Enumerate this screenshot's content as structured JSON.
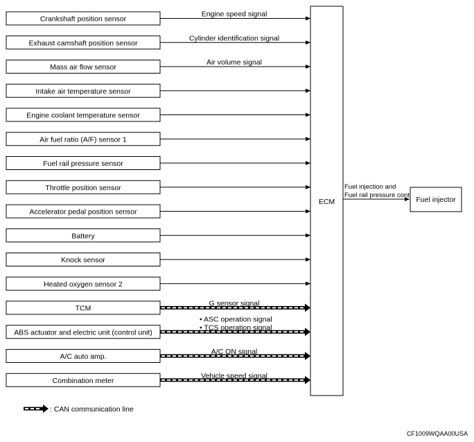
{
  "inputs": [
    {
      "label": "Crankshaft position sensor",
      "signal": [
        "Engine speed signal"
      ],
      "can": false
    },
    {
      "label": "Exhaust camshaft position sensor",
      "signal": [
        "Cylinder identification signal"
      ],
      "can": false
    },
    {
      "label": "Mass air flow sensor",
      "signal": [
        "Air volume signal"
      ],
      "can": false
    },
    {
      "label": "Intake air temperature sensor",
      "signal": [],
      "can": false
    },
    {
      "label": "Engine coolant temperature sensor",
      "signal": [],
      "can": false
    },
    {
      "label": "Air fuel ratio (A/F) sensor 1",
      "signal": [],
      "can": false
    },
    {
      "label": "Fuel rail pressure sensor",
      "signal": [],
      "can": false
    },
    {
      "label": "Throttle position sensor",
      "signal": [],
      "can": false
    },
    {
      "label": "Accelerator pedal position sensor",
      "signal": [],
      "can": false
    },
    {
      "label": "Battery",
      "signal": [],
      "can": false
    },
    {
      "label": "Knock sensor",
      "signal": [],
      "can": false
    },
    {
      "label": "Heated oxygen sensor 2",
      "signal": [],
      "can": false
    },
    {
      "label": "TCM",
      "signal": [
        "G sensor signal"
      ],
      "can": true
    },
    {
      "label": "ABS actuator and electric unit (control unit)",
      "signal": [
        "• ASC operation signal",
        "• TCS operation signal"
      ],
      "can": true
    },
    {
      "label": "A/C auto amp.",
      "signal": [
        "A/C ON signal"
      ],
      "can": true
    },
    {
      "label": "Combination meter",
      "signal": [
        "Vehicle speed signal"
      ],
      "can": true
    }
  ],
  "ecm": {
    "label": "ECM"
  },
  "output": {
    "signal": [
      "Fuel injection and",
      "Fuel rail pressure control"
    ],
    "label": "Fuel injector"
  },
  "legend": {
    "text": ": CAN communication line"
  },
  "code": "CF1009WQAA00USA"
}
